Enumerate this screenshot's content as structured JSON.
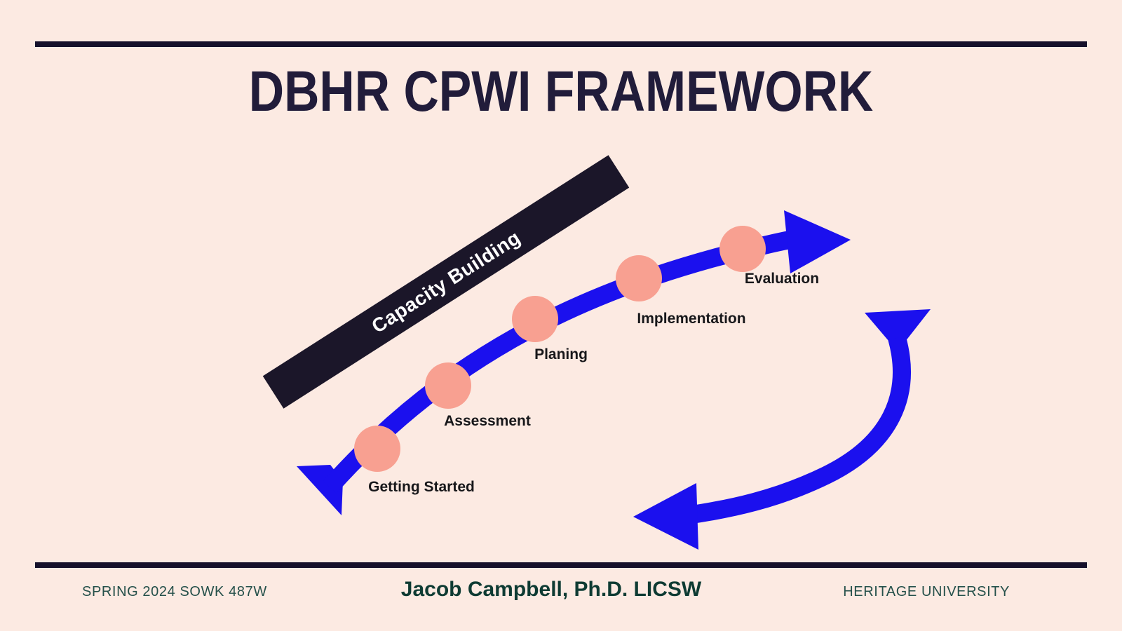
{
  "title": "DBHR CPWI FRAMEWORK",
  "banner": {
    "label": "Capacity Building"
  },
  "steps": [
    {
      "id": "getting-started",
      "label": "Getting Started"
    },
    {
      "id": "assessment",
      "label": "Assessment"
    },
    {
      "id": "planing",
      "label": "Planing"
    },
    {
      "id": "implementation",
      "label": "Implementation"
    },
    {
      "id": "evaluation",
      "label": "Evaluation"
    }
  ],
  "footer": {
    "course": "SPRING 2024 SOWK 487W",
    "author": "Jacob Campbell, Ph.D. LICSW",
    "institution": "HERITAGE UNIVERSITY"
  },
  "colors": {
    "background": "#fceae2",
    "accent_blue": "#1b10ee",
    "node_salmon": "#f8a091",
    "banner_black": "#1b1629",
    "title_navy": "#211c3a",
    "rule_navy": "#16112b",
    "footer_green": "#25504a",
    "author_green": "#0e3b33"
  }
}
